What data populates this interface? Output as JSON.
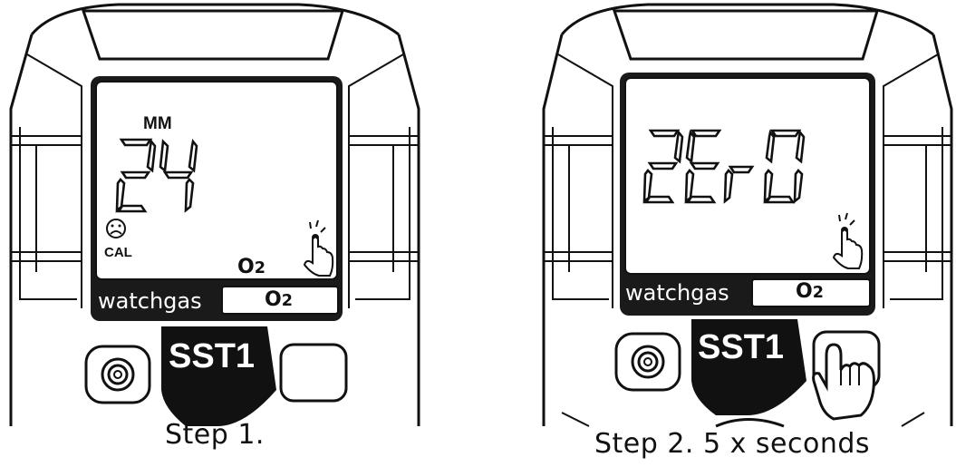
{
  "panels": [
    {
      "caption": "Step 1.",
      "display_value": "24",
      "unit_label": "MM",
      "status_label": "CAL",
      "status_icon": "sad-face-icon",
      "gas_label": "O2",
      "brand": "watchgas",
      "gas_box": "O2",
      "model": "SST1"
    },
    {
      "caption": "Step 2. 5 x seconds",
      "display_value": "2ErO",
      "brand": "watchgas",
      "gas_box": "O2",
      "model": "SST1",
      "action_icon": "finger-press-icon"
    }
  ],
  "colors": {
    "outline": "#111111",
    "screen": "#ffffff",
    "body": "#ffffff"
  }
}
